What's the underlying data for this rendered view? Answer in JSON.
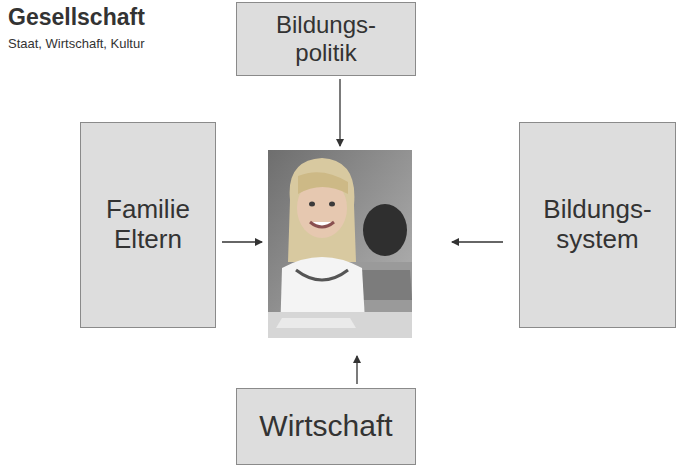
{
  "diagram": {
    "title": "Gesellschaft",
    "nodes": [
      {
        "text": [
          "Bildungs- politik"
        ]
      },
      {
        "text": [
          "Familie Eltern"
        ]
      },
      {
        "text": [
          "Bildungs- system"
        ]
      },
      {
        "text": [
          "Wirtschaft"
        ]
      }
    ],
    "labels": [
      "Staat, Wirtschaft, Kultur"
    ]
  }
}
